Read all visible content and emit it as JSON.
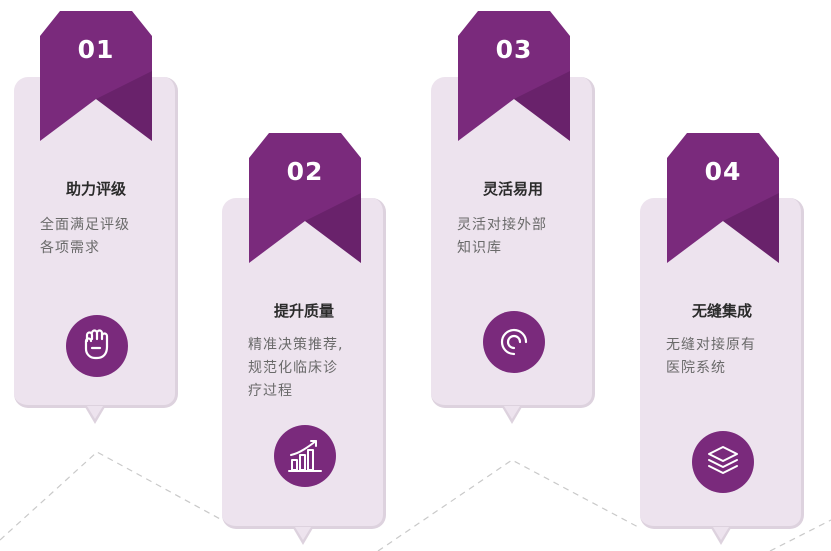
{
  "accent_color": "#7a2a7c",
  "cards": [
    {
      "number": "01",
      "title": "助力评级",
      "description": [
        "全面满足评级",
        "各项需求"
      ],
      "icon": "hand-icon"
    },
    {
      "number": "02",
      "title": "提升质量",
      "description": [
        "精准决策推荐,",
        "规范化临床诊",
        "疗过程"
      ],
      "icon": "chart-growth-icon"
    },
    {
      "number": "03",
      "title": "灵活易用",
      "description": [
        "灵活对接外部",
        "知识库"
      ],
      "icon": "spiral-icon"
    },
    {
      "number": "04",
      "title": "无缝集成",
      "description": [
        "无缝对接原有",
        "医院系统"
      ],
      "icon": "layers-icon"
    }
  ]
}
